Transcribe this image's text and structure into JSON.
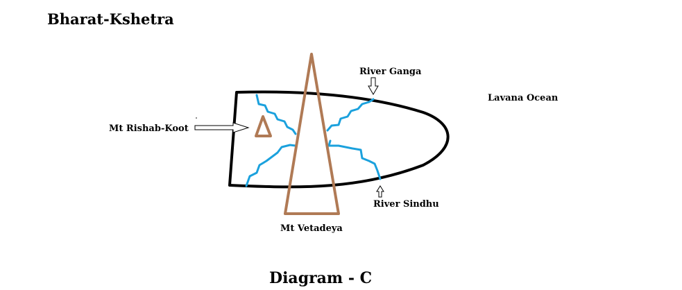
{
  "diagram": {
    "title": "Bharat-Kshetra",
    "caption": "Diagram - C",
    "labels": {
      "river_ganga": "River Ganga",
      "river_sindhu": "River Sindhu",
      "lavana_ocean": "Lavana Ocean",
      "mt_rishab_koot": "Mt Rishab-Koot",
      "mt_vetadeya": "Mt Vetadeya"
    },
    "colors": {
      "outline": "#000000",
      "river": "#1ba1dd",
      "mountain": "#b07a55",
      "background": "#ffffff"
    }
  }
}
